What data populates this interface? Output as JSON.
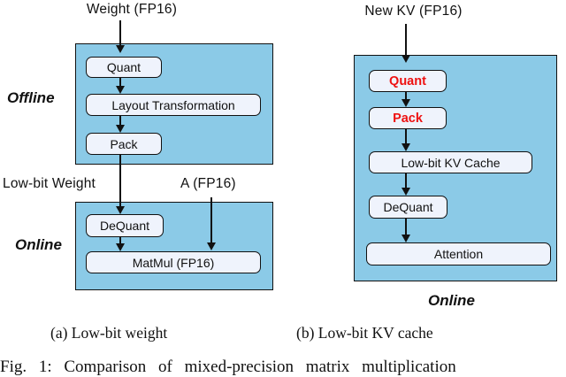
{
  "figure": {
    "panel_a": {
      "input_label": "Weight (FP16)",
      "stage_offline": {
        "label": "Offline",
        "nodes": [
          "Quant",
          "Layout Transformation",
          "Pack"
        ]
      },
      "edge_labels": {
        "low_bit_weight": "Low-bit Weight",
        "activation": "A (FP16)"
      },
      "stage_online": {
        "label": "Online",
        "nodes": [
          "DeQuant",
          "MatMul (FP16)"
        ]
      },
      "caption": "(a) Low-bit weight"
    },
    "panel_b": {
      "input_label": "New KV (FP16)",
      "stage_online": {
        "label": "Online",
        "nodes": [
          {
            "label": "Quant",
            "highlight": true
          },
          {
            "label": "Pack",
            "highlight": true
          },
          {
            "label": "Low-bit KV Cache",
            "highlight": false
          },
          {
            "label": "DeQuant",
            "highlight": false
          },
          {
            "label": "Attention",
            "highlight": false
          }
        ]
      },
      "caption": "(b) Low-bit KV cache"
    },
    "fig_caption": "Fig. 1: Comparison of mixed-precision matrix multiplication",
    "colors": {
      "container_fill": "#8BCAE7",
      "node_fill": "#EFF3FC",
      "highlight_text": "#EE1111"
    }
  }
}
